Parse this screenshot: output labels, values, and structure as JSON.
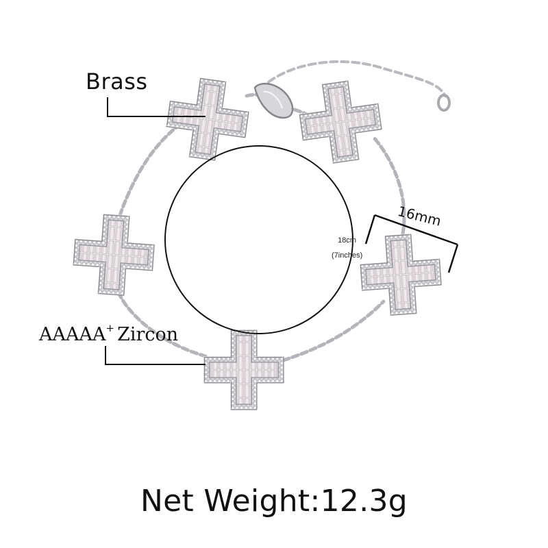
{
  "labels": {
    "material": "Brass",
    "stone_main": "AAAAA",
    "stone_sup": "+",
    "stone_type": "Zircon",
    "length_cm": "18cm",
    "length_in": "(7inches)",
    "width": "16mm",
    "weight": "Net Weight:12.3g"
  },
  "colors": {
    "silver": "#d9d9dc",
    "silver_dark": "#9a9aa0",
    "stone": "#efe6ea",
    "line": "#111111"
  }
}
